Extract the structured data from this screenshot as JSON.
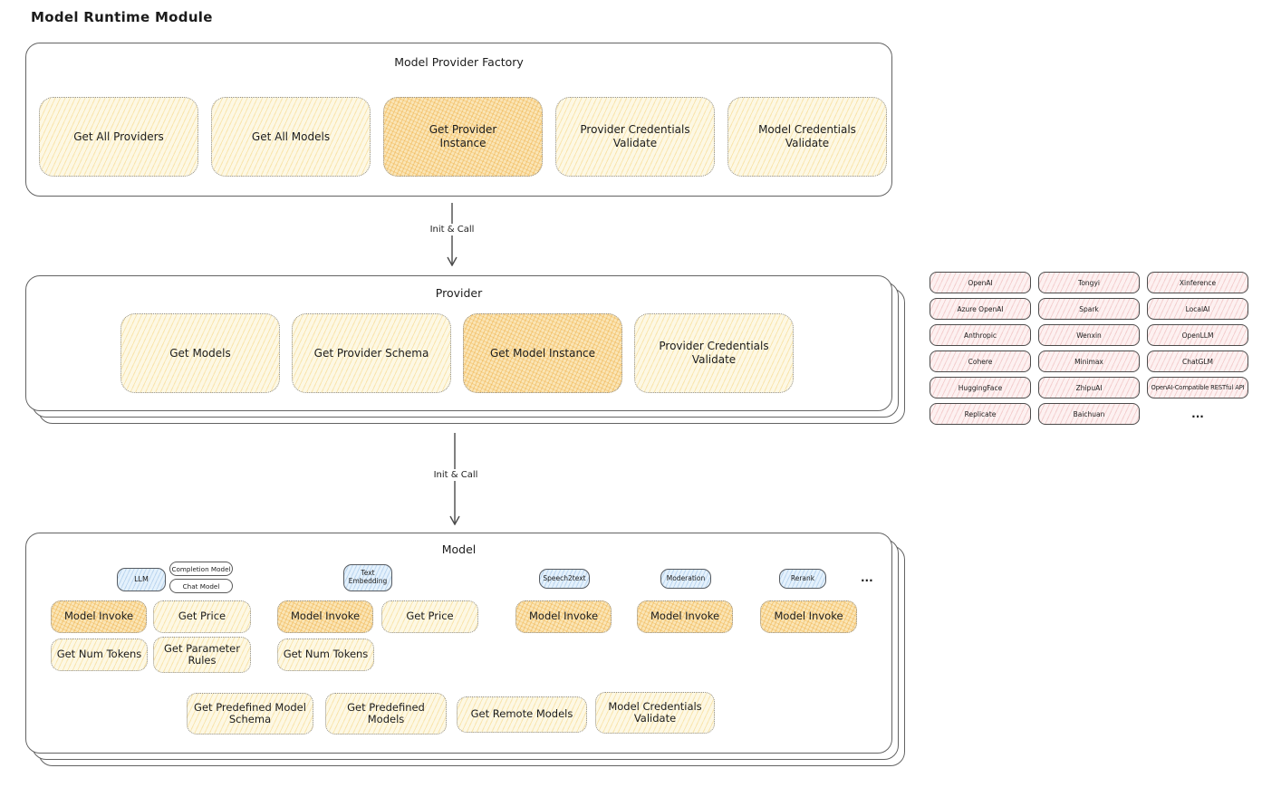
{
  "page_title": "Model Runtime Module",
  "factory": {
    "title": "Model Provider Factory",
    "buttons": [
      {
        "label": "Get All Providers",
        "highlight": false
      },
      {
        "label": "Get All Models",
        "highlight": false
      },
      {
        "label": "Get Provider\nInstance",
        "highlight": true
      },
      {
        "label": "Provider Credentials\nValidate",
        "highlight": false
      },
      {
        "label": "Model Credentials\nValidate",
        "highlight": false
      }
    ]
  },
  "arrows": {
    "top_label": "Init & Call",
    "bottom_label": "Init & Call"
  },
  "provider": {
    "title": "Provider",
    "buttons": [
      {
        "label": "Get Models",
        "highlight": false
      },
      {
        "label": "Get Provider Schema",
        "highlight": false
      },
      {
        "label": "Get Model Instance",
        "highlight": true
      },
      {
        "label": "Provider Credentials\nValidate",
        "highlight": false
      }
    ]
  },
  "provider_list": {
    "rows": [
      [
        "OpenAI",
        "Tongyi",
        "Xinference"
      ],
      [
        "Azure OpenAI",
        "Spark",
        "LocalAI"
      ],
      [
        "Anthropic",
        "Wenxin",
        "OpenLLM"
      ],
      [
        "Cohere",
        "Minimax",
        "ChatGLM"
      ],
      [
        "HuggingFace",
        "ZhipuAI",
        "OpenAI-Compatible RESTful API"
      ],
      [
        "Replicate",
        "Baichuan",
        "..."
      ]
    ]
  },
  "model": {
    "title": "Model",
    "badges": {
      "llm": "LLM",
      "completion": "Completion Model",
      "chat": "Chat Model",
      "text_embedding": "Text\nEmbedding",
      "speech2text": "Speech2text",
      "moderation": "Moderation",
      "rerank": "Rerank",
      "ellipsis": "..."
    },
    "buttons": {
      "model_invoke": "Model Invoke",
      "get_price": "Get Price",
      "get_num_tokens": "Get Num Tokens",
      "get_parameter_rules": "Get Parameter\nRules"
    },
    "bottom_buttons": [
      "Get Predefined Model\nSchema",
      "Get Predefined\nModels",
      "Get Remote Models",
      "Model Credentials\nValidate"
    ]
  },
  "colors": {
    "yellow_fill": "#fdf8e4",
    "orange_fill": "#fae5b6",
    "blue_fill": "#e4f1fc",
    "pink_fill": "#fdf1f1",
    "border": "#636363"
  }
}
